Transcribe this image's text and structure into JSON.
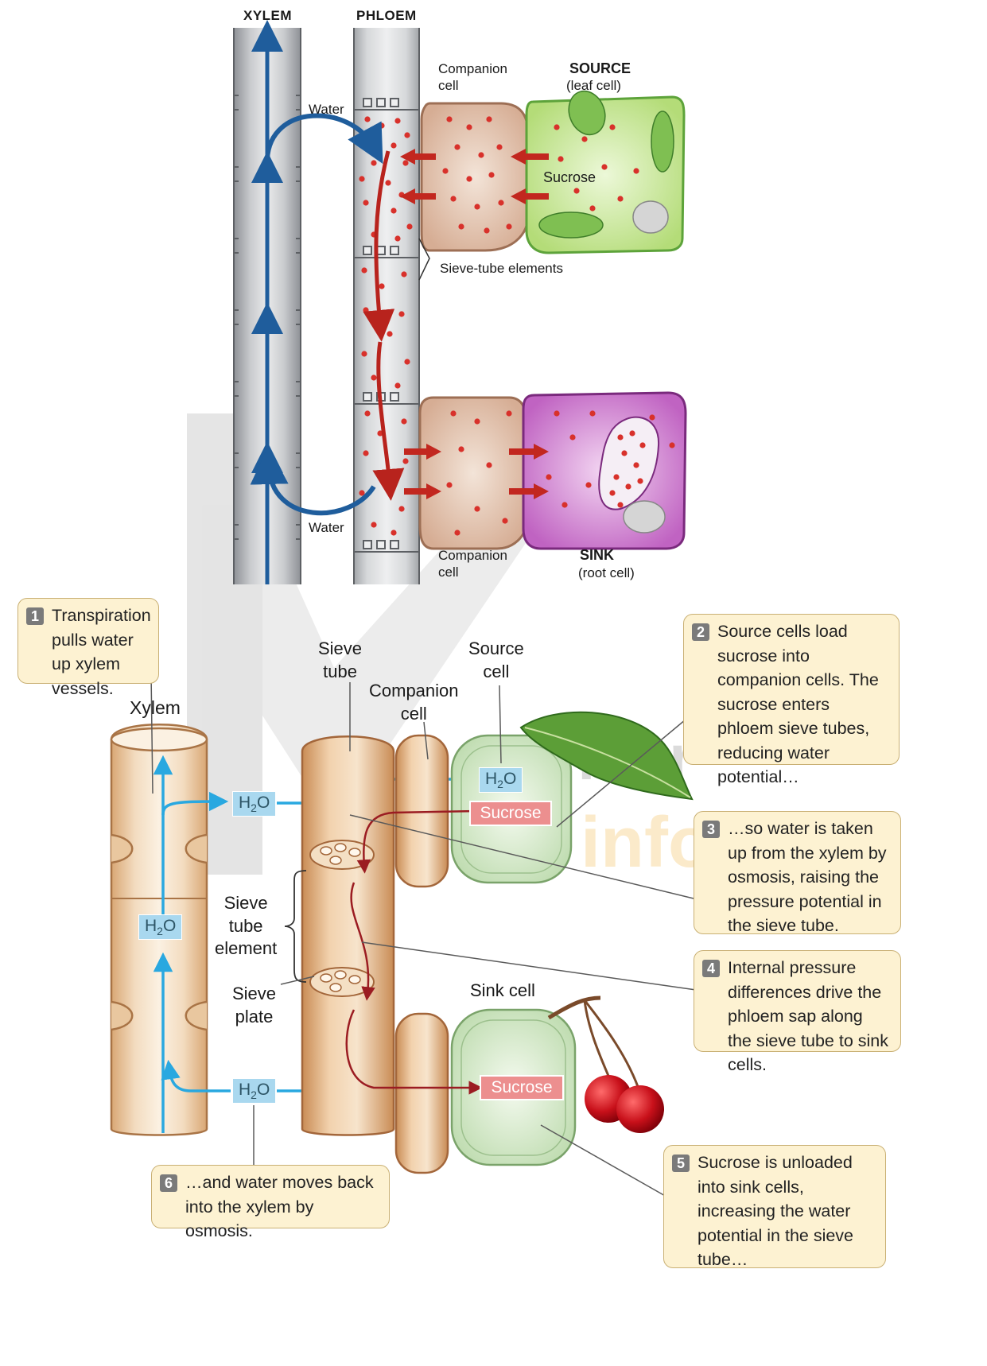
{
  "top_diagram": {
    "xylem_label": "XYLEM",
    "phloem_label": "PHLOEM",
    "companion_top": "Companion\ncell",
    "source_title": "SOURCE",
    "source_sub": "(leaf cell)",
    "water_top": "Water",
    "sucrose": "Sucrose",
    "sieve_tube_elements": "Sieve-tube elements",
    "water_bottom": "Water",
    "companion_bottom": "Companion\ncell",
    "sink_title": "SINK",
    "sink_sub": "(root cell)"
  },
  "bottom_diagram": {
    "xylem": "Xylem",
    "sieve_tube": "Sieve\ntube",
    "companion_cell": "Companion\ncell",
    "source_cell": "Source\ncell",
    "sieve_tube_element": "Sieve\ntube\nelement",
    "sieve_plate": "Sieve\nplate",
    "sink_cell": "Sink cell",
    "h2o_base": "H",
    "h2o_sub": "2",
    "h2o_tail": "O",
    "sucrose_chip": "Sucrose"
  },
  "callouts": [
    {
      "num": "1",
      "text": "Transpiration pulls water up xylem vessels."
    },
    {
      "num": "2",
      "text": "Source cells load sucrose into companion cells. The sucrose enters phloem sieve tubes, reducing water potential…"
    },
    {
      "num": "3",
      "text": "…so water is taken up from the xylem by osmosis, raising the pressure potential in the sieve tube."
    },
    {
      "num": "4",
      "text": "Internal pressure differences drive the phloem sap along the sieve tube to sink cells."
    },
    {
      "num": "5",
      "text": "Sucrose is unloaded into sink cells, increasing the water potential in the sieve tube…"
    },
    {
      "num": "6",
      "text": "…and water moves back into the xylem by osmosis."
    }
  ],
  "watermark": {
    "text_1": "onkur",
    "text_2": "info"
  },
  "colors": {
    "xylem_tube": "#b9bcc0",
    "phloem_tube": "#d3d5d8",
    "water_arrow": "#1f5d9c",
    "sucrose_arrow": "#c2271f",
    "source_cell": "#bfe38a",
    "sink_cell": "#b24bb6",
    "companion_cell": "#d8b7a3",
    "callout_bg": "#fdf2d2",
    "bottom_tube": "#e3b888",
    "bottom_water": "#29a8e0",
    "bottom_sucrose": "#9b1c22"
  }
}
